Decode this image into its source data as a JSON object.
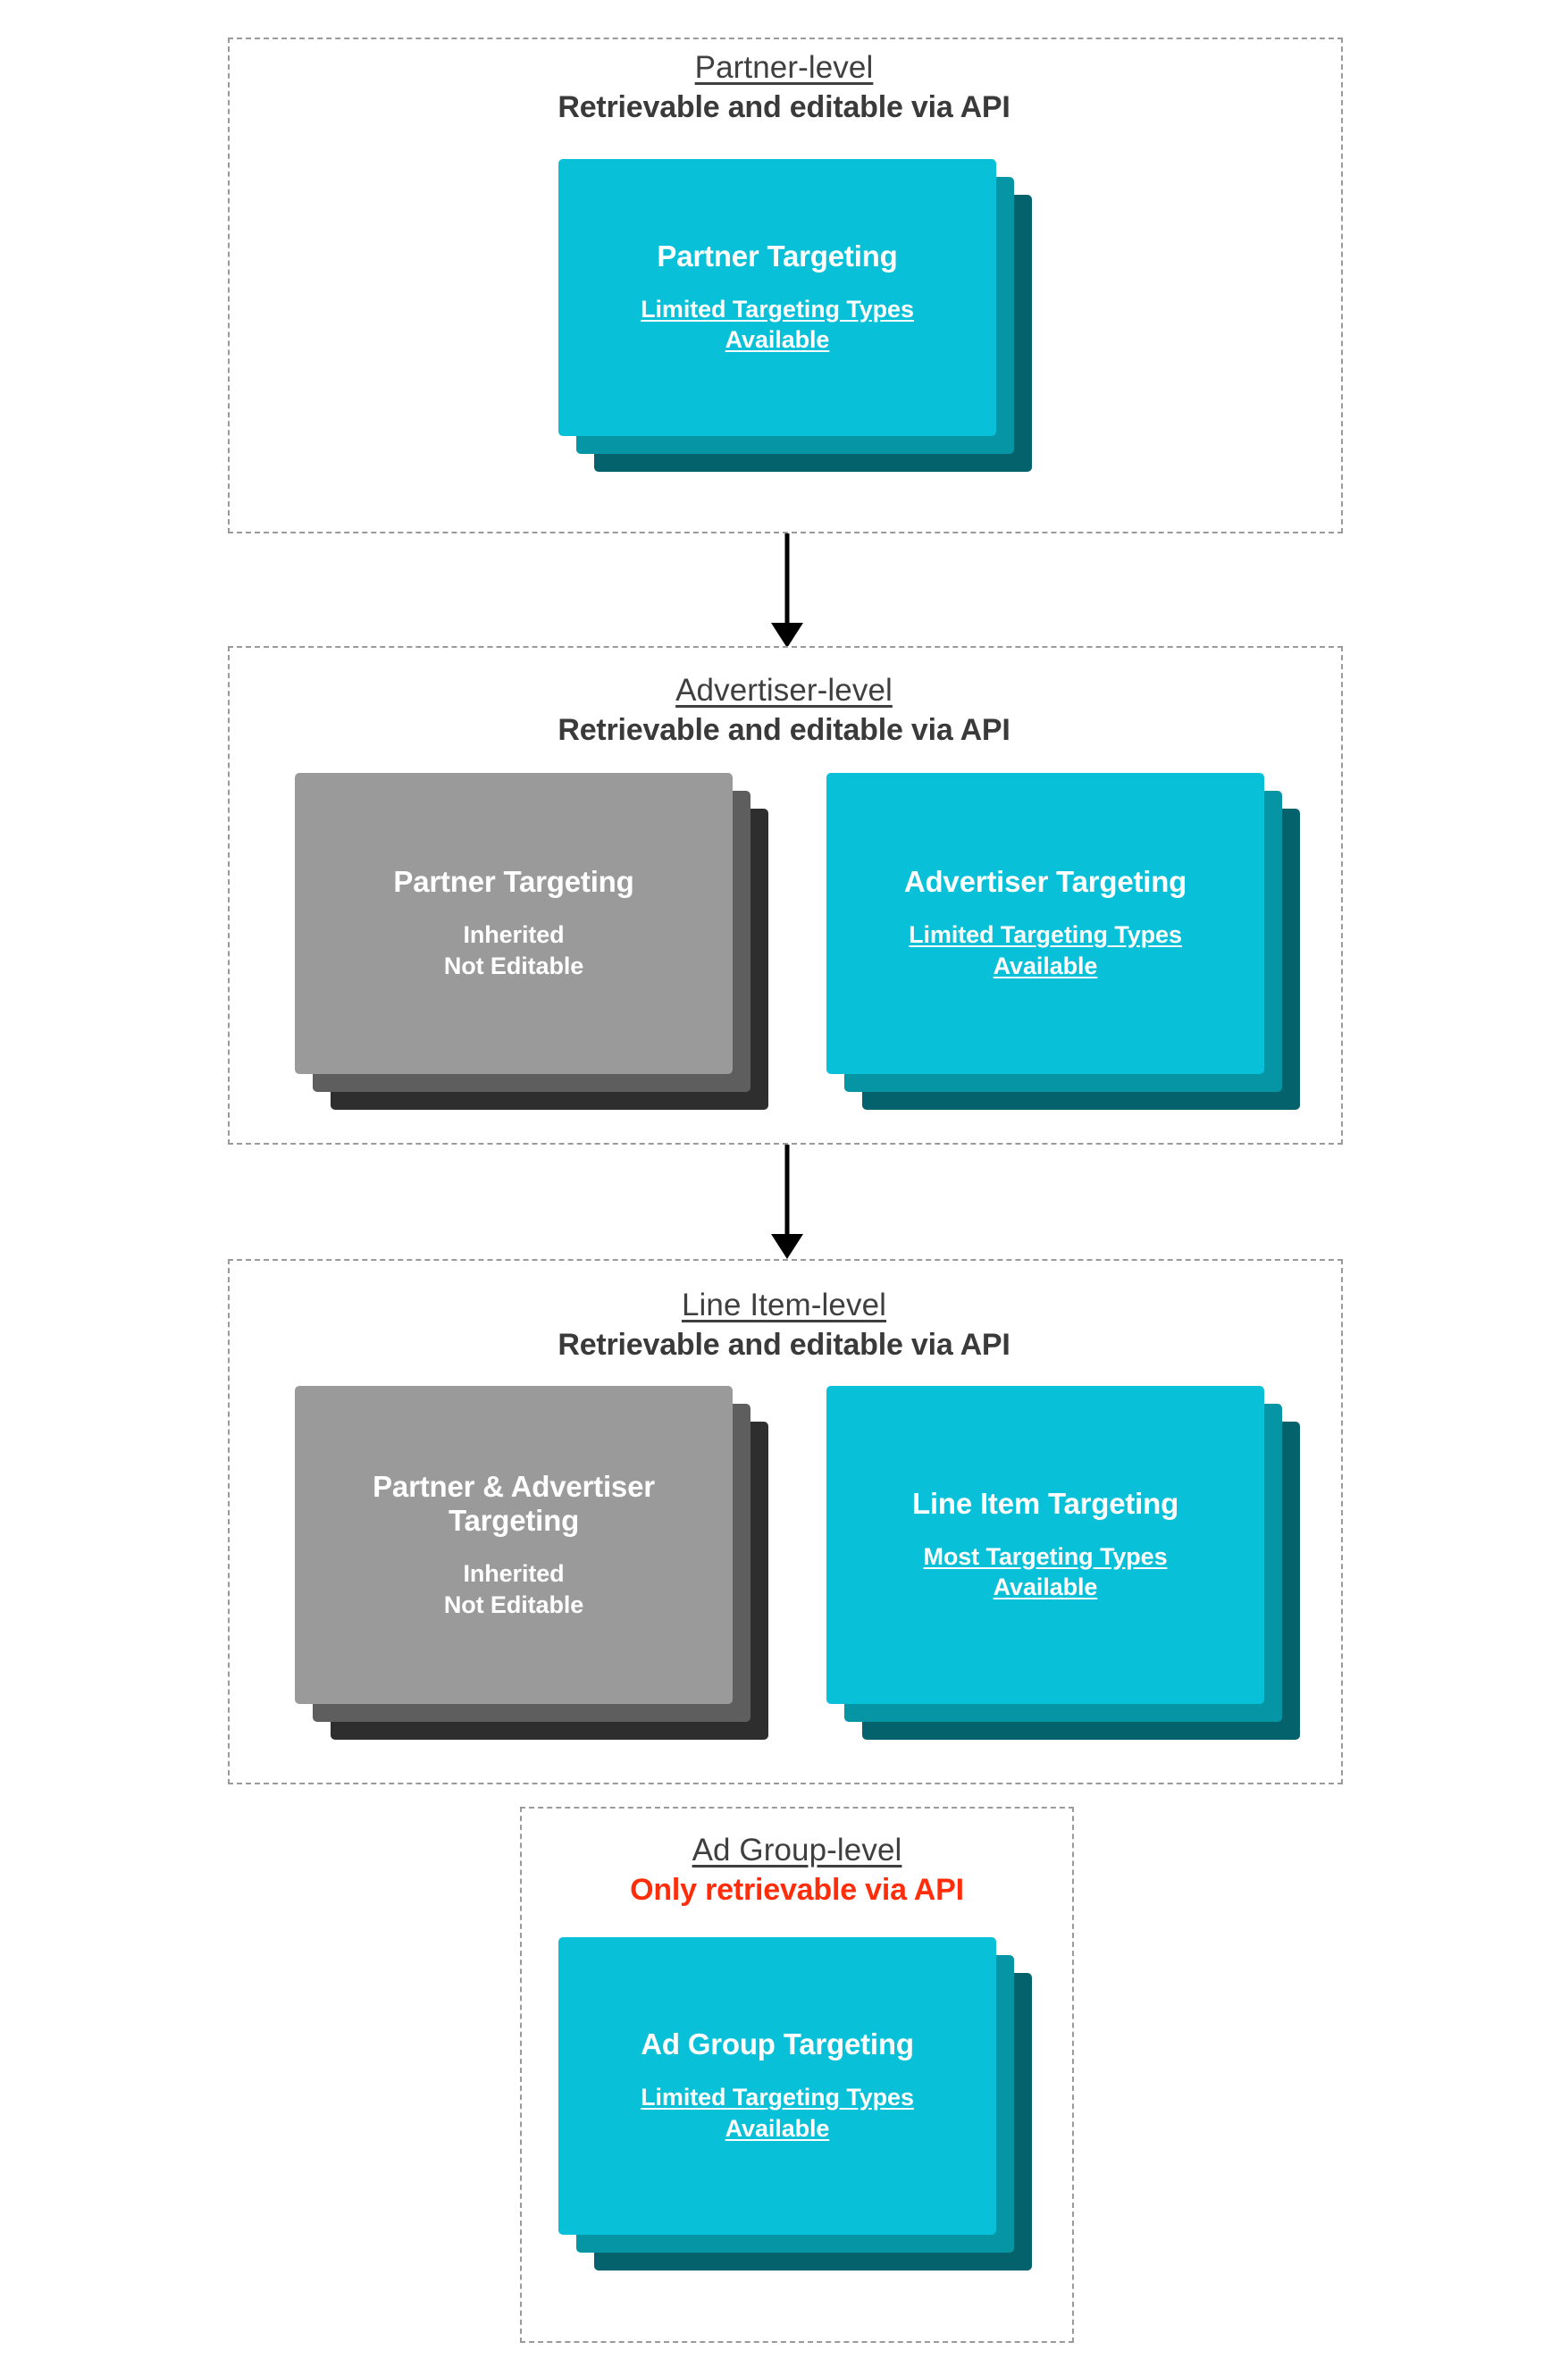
{
  "diagram": {
    "title": "Targeting inheritance across partner, advertiser, line item and ad group levels",
    "colors": {
      "cyan_front": "#08c0d8",
      "cyan_mid": "#0595a5",
      "cyan_back": "#03626b",
      "grey_front": "#9a9a9a",
      "grey_mid": "#5e5e5e",
      "grey_back": "#2e2e2e",
      "danger_text": "#ff2d0a",
      "heading_text": "#3f3f3f",
      "box_border": "#9a9a9a",
      "arrow": "#000000"
    }
  },
  "levels": [
    {
      "id": "partner",
      "title": "Partner-level",
      "subtitle": "Retrievable and editable via API",
      "subtitle_style": "normal",
      "cards": [
        {
          "id": "partner-targeting",
          "title": "Partner Targeting",
          "sub_line1": "Limited Targeting Types",
          "sub_line2": "Available",
          "underlined": true,
          "theme": "cyan"
        }
      ]
    },
    {
      "id": "advertiser",
      "title": "Advertiser-level",
      "subtitle": "Retrievable and editable via API",
      "subtitle_style": "normal",
      "cards": [
        {
          "id": "inherited-partner-targeting",
          "title": "Partner Targeting",
          "sub_line1": "Inherited",
          "sub_line2": "Not Editable",
          "underlined": false,
          "theme": "grey"
        },
        {
          "id": "advertiser-targeting",
          "title": "Advertiser Targeting",
          "sub_line1": "Limited Targeting Types",
          "sub_line2": "Available",
          "underlined": true,
          "theme": "cyan"
        }
      ]
    },
    {
      "id": "line-item",
      "title": "Line Item-level",
      "subtitle": "Retrievable and editable via API",
      "subtitle_style": "normal",
      "cards": [
        {
          "id": "inherited-partner-advertiser-targeting",
          "title": "Partner & Advertiser Targeting",
          "sub_line1": "Inherited",
          "sub_line2": "Not Editable",
          "underlined": false,
          "theme": "grey"
        },
        {
          "id": "line-item-targeting",
          "title": "Line Item Targeting",
          "sub_line1": "Most Targeting Types",
          "sub_line2": "Available",
          "underlined": true,
          "theme": "cyan"
        }
      ]
    },
    {
      "id": "ad-group",
      "title": "Ad Group-level",
      "subtitle": "Only retrievable via API",
      "subtitle_style": "danger",
      "cards": [
        {
          "id": "ad-group-targeting",
          "title": "Ad Group Targeting",
          "sub_line1": "Limited Targeting Types",
          "sub_line2": "Available",
          "underlined": true,
          "theme": "cyan"
        }
      ]
    }
  ],
  "connectors": [
    {
      "id": "partner-to-advertiser",
      "from": "partner",
      "to": "advertiser"
    },
    {
      "id": "advertiser-to-line-item",
      "from": "advertiser",
      "to": "line-item"
    }
  ]
}
